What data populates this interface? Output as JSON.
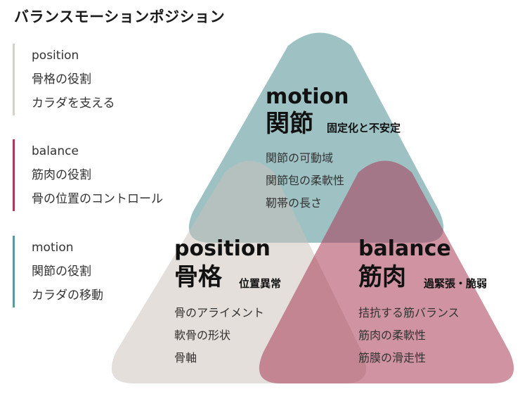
{
  "title": "バランスモーションポジション",
  "colors": {
    "position": "#c9c0b9",
    "balance": "#a83b55",
    "motion": "#4f8f93"
  },
  "legend": [
    {
      "key": "position",
      "lines": [
        "position",
        "骨格の役割",
        "カラダを支える"
      ]
    },
    {
      "key": "balance",
      "lines": [
        "balance",
        "筋肉の役割",
        "骨の位置のコントロール"
      ]
    },
    {
      "key": "motion",
      "lines": [
        "motion",
        "関節の役割",
        "カラダの移動"
      ]
    }
  ],
  "triangles": {
    "motion": {
      "name": "motion",
      "jp": "関節",
      "issue": "固定化と不安定",
      "items": [
        "関節の可動域",
        "関節包の柔軟性",
        "靭帯の長さ"
      ]
    },
    "position": {
      "name": "position",
      "jp": "骨格",
      "issue": "位置異常",
      "items": [
        "骨のアライメント",
        "軟骨の形状",
        "骨軸"
      ]
    },
    "balance": {
      "name": "balance",
      "jp": "筋肉",
      "issue": "過緊張・脆弱",
      "items": [
        "拮抗する筋バランス",
        "筋肉の柔軟性",
        "筋膜の滑走性"
      ]
    }
  }
}
